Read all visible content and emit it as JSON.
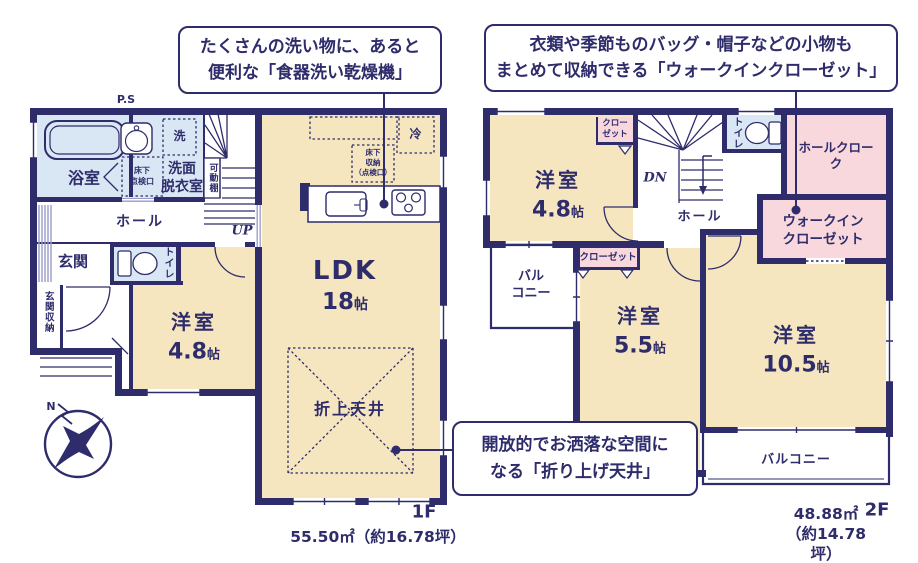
{
  "colors": {
    "wall": "#2e2c6b",
    "tatami_room": "#f6e6c0",
    "wet_area": "#d9e6f4",
    "closet_pink": "#f8d8dc",
    "hatch_lavender": "#9a99c9",
    "text": "#2e2c6b"
  },
  "callouts": {
    "dishwasher": "たくさんの洗い物に、あると\n便利な「食器洗い乾燥機」",
    "wic": "衣類や季節ものバッグ・帽子などの小物も\nまとめて収納できる「ウォークインクローゼット」",
    "ceiling": "開放的でお洒落な空間に\nなる「折り上げ天井」"
  },
  "floor1": {
    "floor_label": "1F",
    "area_label": "55.50㎡（約16.78坪）",
    "ps": "P.S",
    "up": "UP",
    "bath": "浴室",
    "washroom": "洗面\n脱衣室",
    "laundry": "洗",
    "inspection_hatch": "床下\n点検口",
    "movable_shelf": "可動棚",
    "hall": "ホール",
    "entrance": "玄関",
    "entrance_storage": "玄関収納",
    "toilet": "トイレ",
    "western_room": {
      "name": "洋室",
      "size": "4.8",
      "unit": "帖"
    },
    "ldk": {
      "name": "LDK",
      "size": "18",
      "unit": "帖"
    },
    "fridge": "冷",
    "underfloor_storage": "床下\n収納\n（点検口）",
    "coffered_ceiling": "折上天井"
  },
  "floor2": {
    "floor_label": "2F",
    "area_label": "48.88㎡（約14.78坪）",
    "dn": "DN",
    "western_room_48": {
      "name": "洋室",
      "size": "4.8",
      "unit": "帖"
    },
    "closet_48": "クロー\nゼット",
    "hall": "ホール",
    "toilet": "トイレ",
    "hall_cloak": "ホールクローク",
    "wic": "ウォークイン\nクローゼット",
    "balcony_left": "バル\nコニー",
    "closet_55": "クローゼット",
    "western_room_55": {
      "name": "洋室",
      "size": "5.5",
      "unit": "帖"
    },
    "western_room_105": {
      "name": "洋室",
      "size": "10.5",
      "unit": "帖"
    },
    "balcony_bottom": "バルコニー"
  },
  "compass": {
    "north": "N"
  }
}
